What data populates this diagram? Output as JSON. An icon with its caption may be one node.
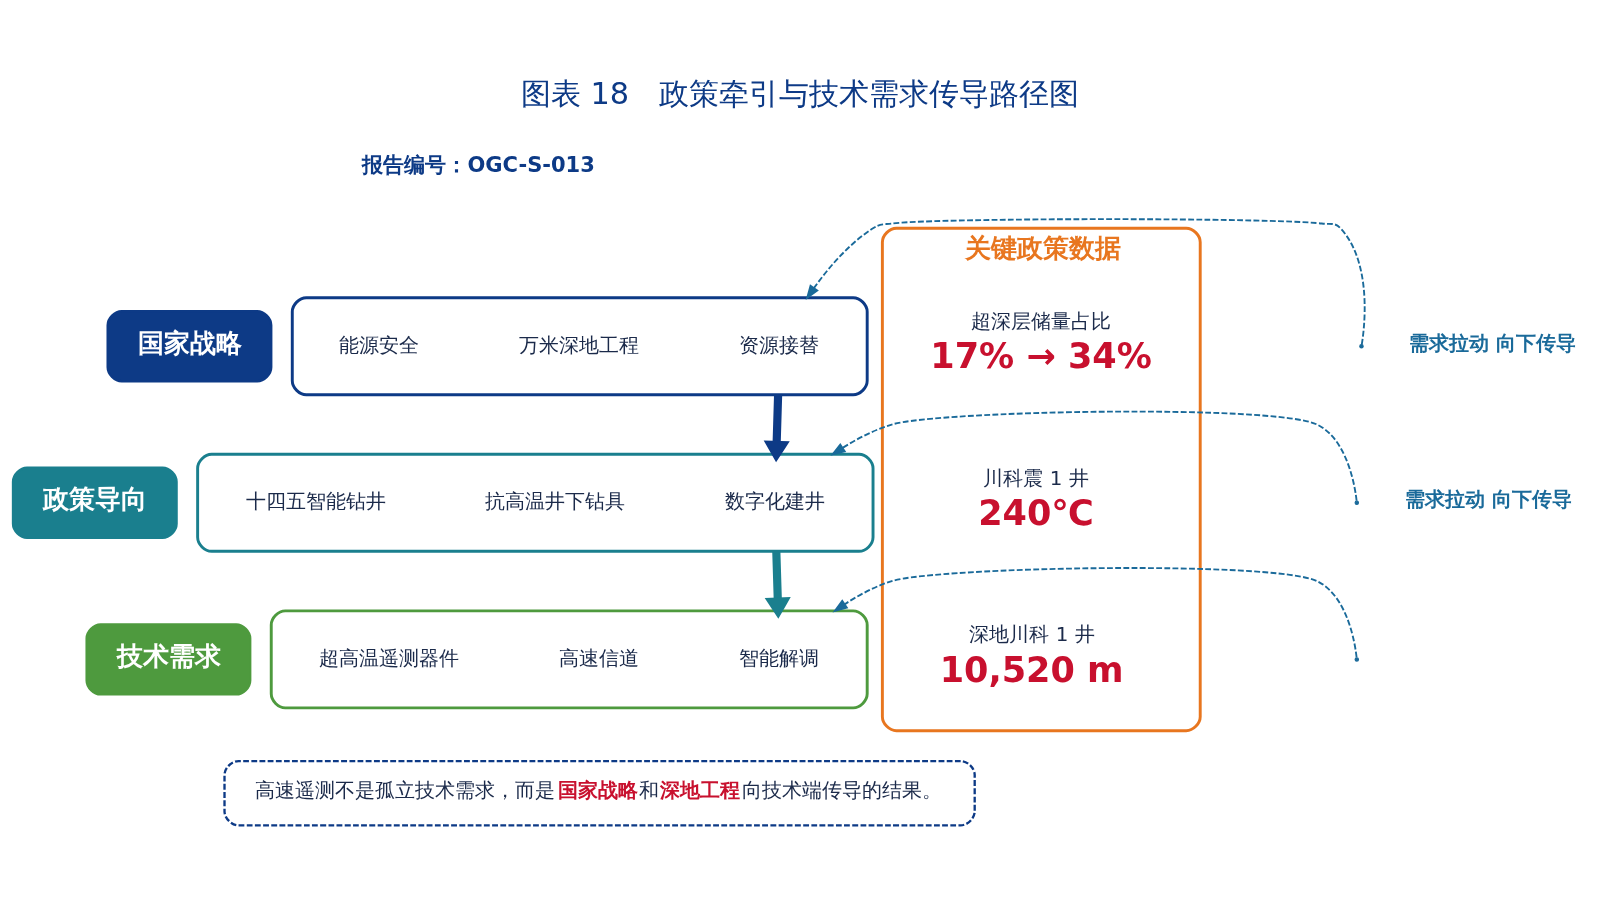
{
  "diagram": {
    "title": "图表 18　政策牵引与技术需求传导路径图",
    "nodes": [
      {
        "text": [
          "国家战略"
        ]
      },
      {
        "text": [],
        "shape": "box"
      },
      {
        "text": [
          "能源安全"
        ],
        "in": 1
      },
      {
        "text": [
          "万米深地工程"
        ],
        "in": 1
      },
      {
        "text": [
          "资源接替"
        ],
        "in": 1
      },
      {
        "text": [
          "政策导向"
        ]
      },
      {
        "text": [],
        "shape": "box"
      },
      {
        "text": [
          "十四五智能钻井"
        ],
        "in": 6
      },
      {
        "text": [
          "抗高温井下钻具"
        ],
        "in": 6
      },
      {
        "text": [
          "数字化建井"
        ],
        "in": 6
      },
      {
        "text": [
          "技术需求"
        ]
      },
      {
        "text": [],
        "shape": "box"
      },
      {
        "text": [
          "超高温遥测器件"
        ],
        "in": 11
      },
      {
        "text": [
          "高速信道"
        ],
        "in": 11
      },
      {
        "text": [
          "智能解调"
        ],
        "in": 11
      },
      {
        "text": [
          "关键政策数据"
        ]
      },
      {
        "text": [
          "超深层储量占比",
          "17% → 34%"
        ],
        "in": 15
      },
      {
        "text": [
          "川科震 1 井",
          "240℃"
        ],
        "in": 15
      },
      {
        "text": [
          "深地川科 1 井",
          "10,520 m"
        ],
        "in": 15
      },
      {
        "text": [
          "高速遥测不是孤立技术需求，而是**国家战略**和**深地工程**向技术端传导的结果。"
        ]
      }
    ],
    "edges": [
      {
        "from": 1,
        "to": 6,
        "arrow": "to",
        "style": "thick",
        "color": "#0d3a86"
      },
      {
        "from": 6,
        "to": 11,
        "arrow": "to",
        "style": "thick",
        "color": "#1a7f8e"
      },
      {
        "from": null,
        "to": 1,
        "arrow": "to",
        "style": "dashed",
        "color": "#1a6a9a"
      },
      {
        "from": null,
        "to": 6,
        "arrow": "to",
        "style": "dashed",
        "color": "#1a6a9a"
      },
      {
        "from": null,
        "to": 11,
        "arrow": "to",
        "style": "dashed",
        "color": "#1a6a9a"
      }
    ],
    "labels": [
      "报告编号：OGC-S-013",
      "需求拉动 向下传导",
      "需求拉动 向下传导"
    ]
  }
}
